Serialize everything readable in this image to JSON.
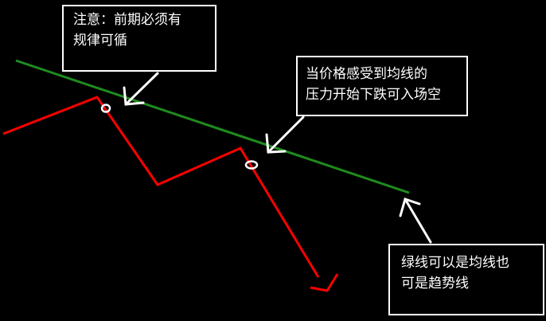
{
  "notes": {
    "top_left": {
      "line1": "注意：前期必须有",
      "line2": "规律可循"
    },
    "middle": {
      "line1": "当价格感受到均线的",
      "line2": "压力开始下跌可入场空"
    },
    "bottom_right": {
      "line1": "绿线可以是均线也",
      "line2": "可是趋势线"
    }
  },
  "colors": {
    "background": "#000000",
    "moving_average_line": "#1e8c1e",
    "price_line": "#ff0000",
    "touch_point_marker": "#ffffff",
    "note_box": "#ffffff",
    "arrow": "#ffffff"
  },
  "icons": {
    "note1_pointer": "arrow-down-left-icon",
    "note2_pointer": "arrow-down-left-icon",
    "note3_pointer": "arrow-up-left-icon",
    "price_end": "arrowhead-down-icon",
    "touch_points": "circle-marker-icon"
  }
}
